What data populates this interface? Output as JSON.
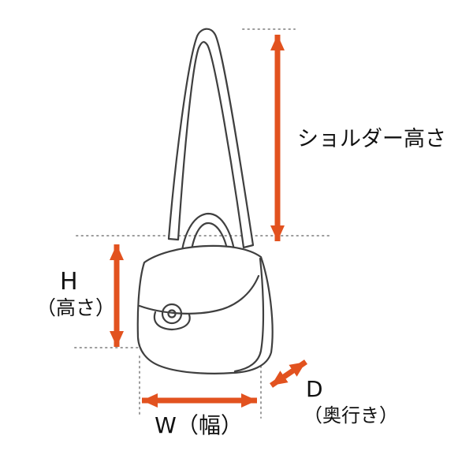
{
  "measurements": [
    {
      "id": "shoulder-height",
      "label": "ショルダー高さ",
      "orientation": "vertical"
    },
    {
      "id": "height",
      "symbol": "H",
      "detail": "（高さ）",
      "orientation": "vertical"
    },
    {
      "id": "width",
      "label": "W（幅）",
      "orientation": "horizontal"
    },
    {
      "id": "depth",
      "symbol": "D",
      "detail": "（奥行き）",
      "orientation": "diagonal"
    }
  ],
  "colors": {
    "arrow": "#e2521f",
    "sketch_line": "#3f3f3f",
    "guide_dots": "#9b9b9b",
    "background": "#ffffff"
  },
  "illustration": "shoulder-bag-line-art"
}
